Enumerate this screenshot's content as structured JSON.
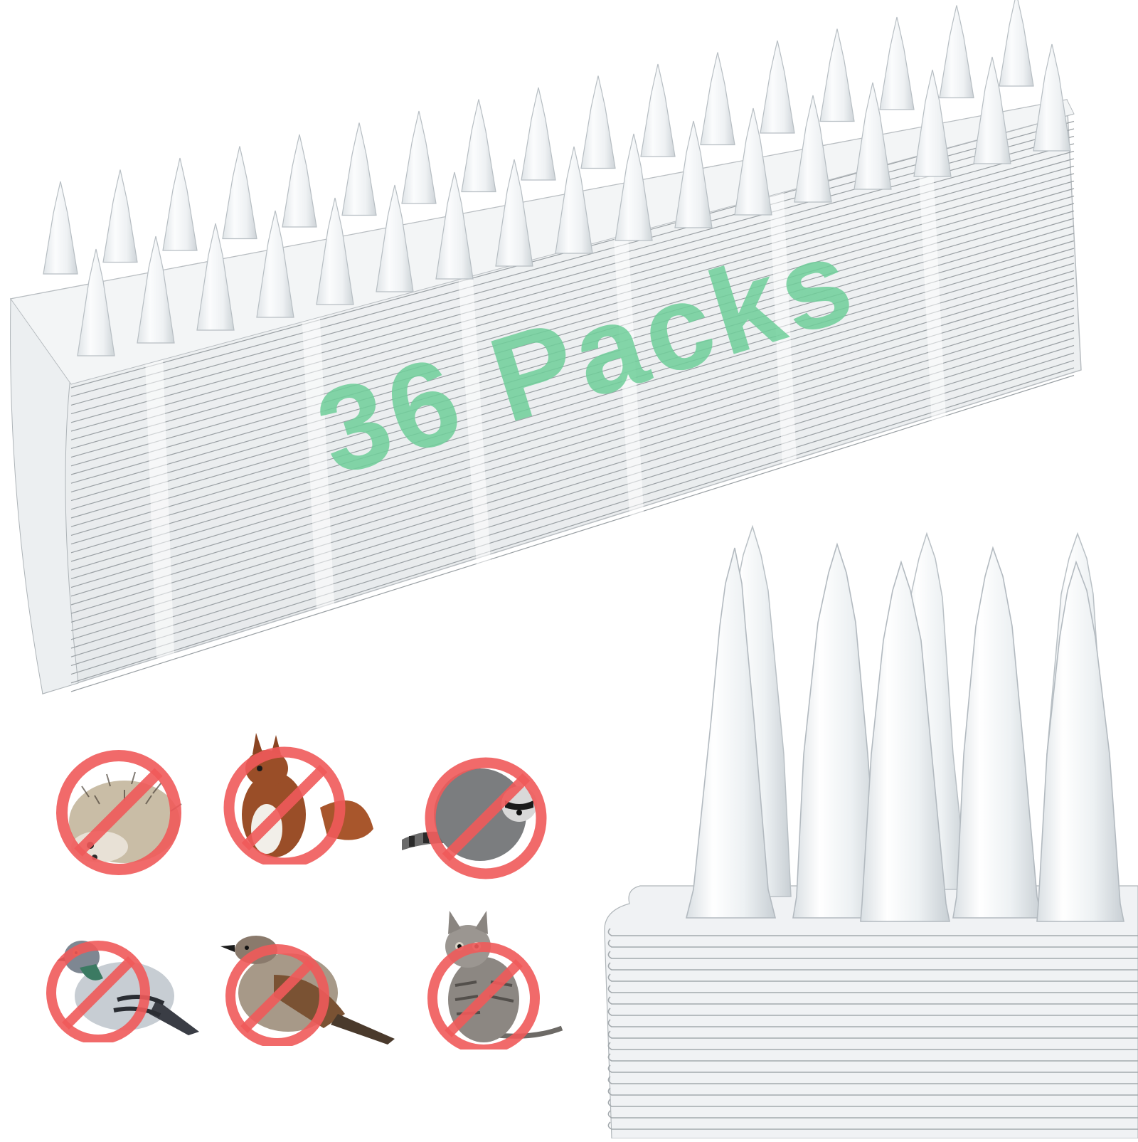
{
  "headline": {
    "text": "36 Packs",
    "color": "#6fcf9a"
  },
  "product": {
    "name": "clear plastic bird spike strips",
    "pack_count": 36,
    "spike_color": "#e9eef0",
    "stack_line_color": "#9aa0a4"
  },
  "deterrent_icons": {
    "no_symbol_color": "#f05a5a",
    "items": [
      {
        "animal": "hedgehog"
      },
      {
        "animal": "squirrel"
      },
      {
        "animal": "raccoon"
      },
      {
        "animal": "pigeon"
      },
      {
        "animal": "sparrow"
      },
      {
        "animal": "cat"
      }
    ]
  }
}
